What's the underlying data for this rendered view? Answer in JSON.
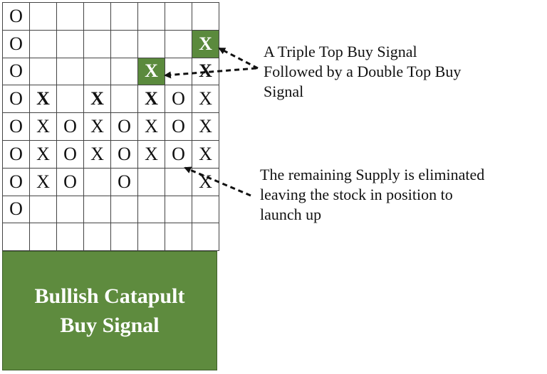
{
  "grid": {
    "rows": [
      [
        "O",
        "",
        "",
        "",
        "",
        "",
        "",
        ""
      ],
      [
        "O",
        "",
        "",
        "",
        "",
        "",
        "",
        "X"
      ],
      [
        "O",
        "",
        "",
        "",
        "",
        "X",
        "",
        "X"
      ],
      [
        "O",
        "X",
        "",
        "X",
        "",
        "X",
        "O",
        "X"
      ],
      [
        "O",
        "X",
        "O",
        "X",
        "O",
        "X",
        "O",
        "X"
      ],
      [
        "O",
        "X",
        "O",
        "X",
        "O",
        "X",
        "O",
        "X"
      ],
      [
        "O",
        "X",
        "O",
        "",
        "O",
        "",
        "",
        "X"
      ],
      [
        "O",
        "",
        "",
        "",
        "",
        "",
        "",
        ""
      ],
      [
        "",
        "",
        "",
        "",
        "",
        "",
        "",
        ""
      ]
    ],
    "bold_cells": [
      [
        2,
        7
      ],
      [
        3,
        1
      ],
      [
        3,
        3
      ],
      [
        3,
        5
      ]
    ],
    "highlight_cells": [
      [
        1,
        7
      ],
      [
        2,
        5
      ]
    ],
    "highlight_color": "#5b8a3d"
  },
  "panel": {
    "line1": "Bullish Catapult",
    "line2": "Buy Signal",
    "color": "#5e8b3e"
  },
  "annotations": {
    "signal_note": {
      "line1": "A Triple Top Buy Signal",
      "line2": "Followed by a Double Top Buy",
      "line3": "Signal"
    },
    "supply_note": {
      "line1": "The remaining Supply is eliminated",
      "line2": "leaving the stock in position to",
      "line3": "launch up"
    }
  }
}
